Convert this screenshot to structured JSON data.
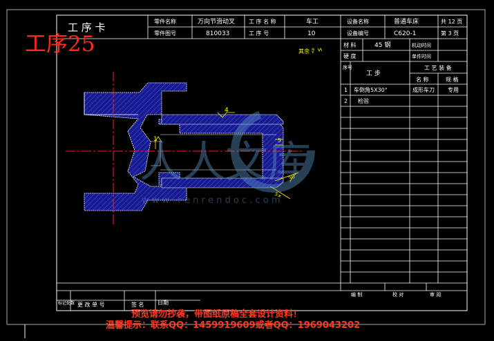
{
  "card": {
    "title": "工  序  卡",
    "big_label": "工序25",
    "header": {
      "part_name_label": "零件名称",
      "part_name": "万向节滑动叉",
      "process_name_label": "工 序 名 称",
      "process_name": "车工",
      "equip_name_label": "设备名称",
      "equip_name": "普通车床",
      "total_pages": "共 12 页",
      "drawing_no_label": "零件图号",
      "drawing_no": "810033",
      "process_no_label": "工   序   号",
      "process_no": "10",
      "equip_no_label": "设备编号",
      "equip_no": "C620-1",
      "page_no": "第 3 页"
    },
    "material_label": "材  料",
    "material": "45 钢",
    "hardness_label": "硬  度",
    "machine_time_label": "机动时间",
    "unit_time_label": "单件时间",
    "steps_header": {
      "no_label": "序号",
      "step_label": "工  步",
      "equipment_label": "工 艺 装 备",
      "name_label": "名  称",
      "spec_label": "规  格"
    },
    "steps": [
      {
        "no": "1",
        "step": "车倒角5X30°",
        "tool": "成形车刀",
        "spec": "专用"
      },
      {
        "no": "2",
        "step": "检验",
        "tool": "",
        "spec": ""
      }
    ],
    "footer": {
      "compile_label": "编  制",
      "check_label": "校  对",
      "review_label": "审  阅",
      "mark_label": "标记处数",
      "change_doc_label": "更 改 单 号",
      "sign_label": "签  名",
      "date_label": "日期"
    },
    "drawing": {
      "roughness_note": "其余 ∜",
      "dim_4": "4",
      "dim_1": "1",
      "dim_5": "5",
      "dim_30": "30°",
      "dim_5x": "5×",
      "watermark_text": "人人文库",
      "watermark_url": "w w w . r e n r e n d o c . c o m"
    },
    "notice_line1": "预览请勿抄袭，带图纸原稿全套设计资料！",
    "notice_line2": "温馨提示：联系QQ：1459919609或者QQ：1969043202"
  },
  "colors": {
    "frame": "#ffffff",
    "part_fill": "#1a1a8c",
    "hatch": "#3a5cff",
    "center_line": "#ff2020",
    "dimension": "#ffff00",
    "label_red": "#ff2a1a"
  }
}
